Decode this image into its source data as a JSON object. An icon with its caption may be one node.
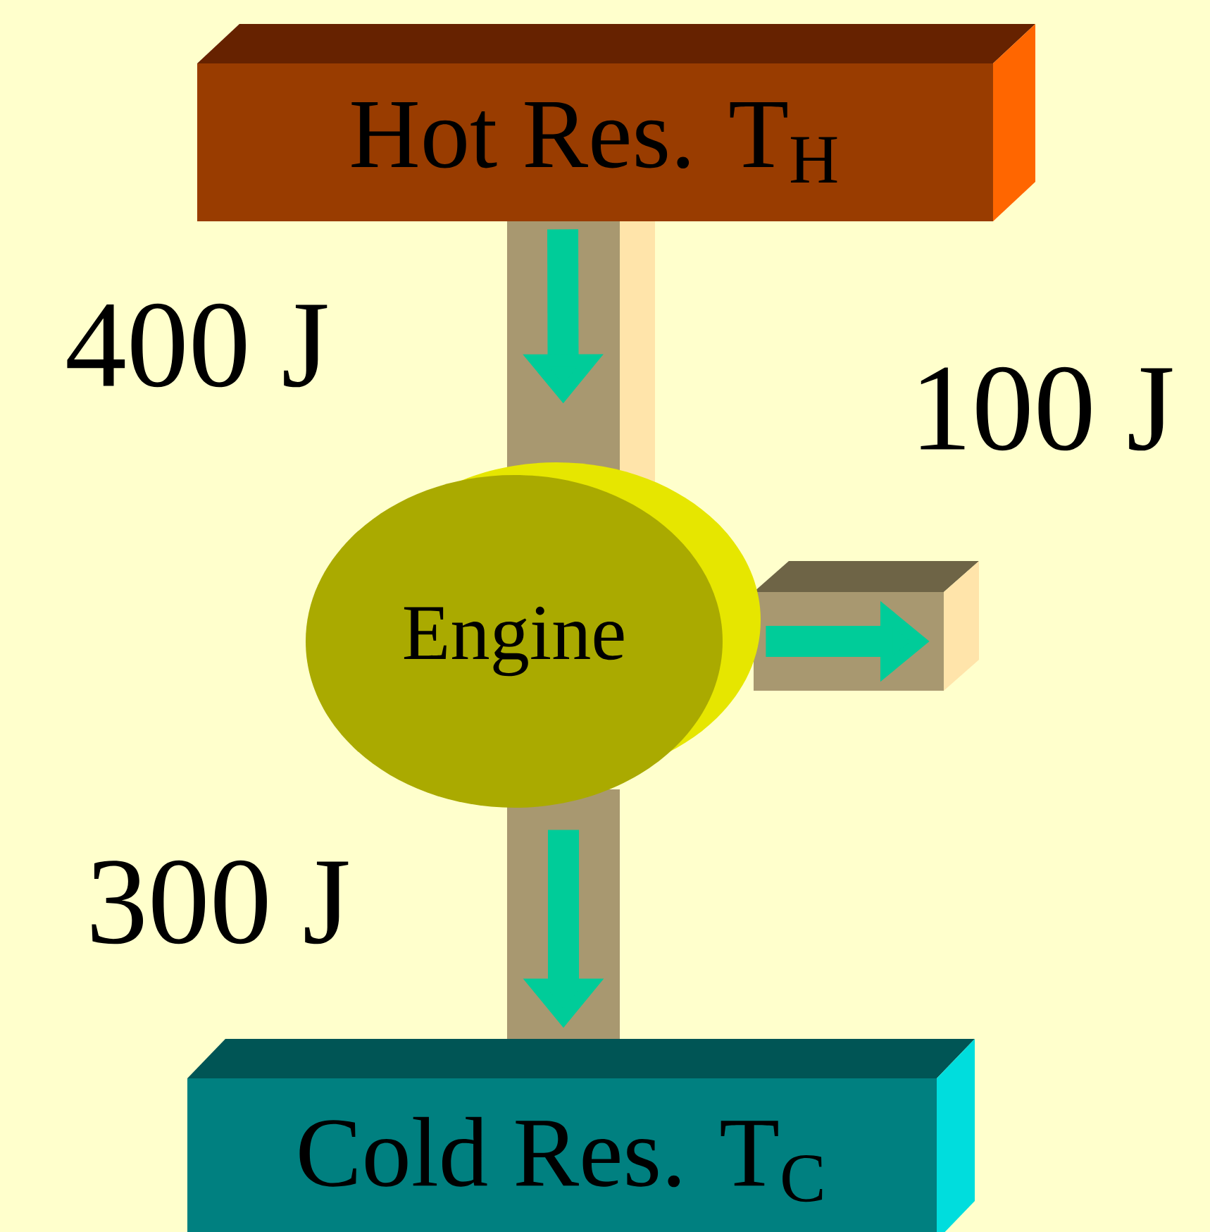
{
  "diagram": {
    "nodes": [
      {
        "text": [
          "Hot Res. T$_{H}$"
        ]
      },
      {
        "text": [
          "Engine"
        ]
      },
      {
        "text": [
          "Cold Res. T$_{C}$"
        ]
      }
    ],
    "edges": [
      {
        "from": 0,
        "to": 1,
        "arrow": "to",
        "label": "400 J"
      },
      {
        "from": 1,
        "to": 2,
        "arrow": "to",
        "label": "300 J"
      },
      {
        "from": 1,
        "to": null,
        "arrow": "to",
        "label": "100 J"
      }
    ]
  }
}
